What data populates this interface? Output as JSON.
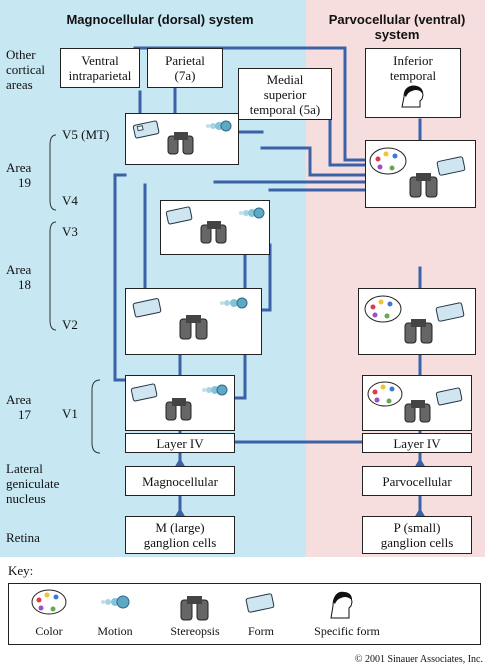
{
  "dorsal_title": "Magnocellular (dorsal) system",
  "ventral_title_1": "Parvocellular (ventral)",
  "ventral_title_2": "system",
  "side_labels": {
    "other_cortical_1": "Other",
    "other_cortical_2": "cortical",
    "other_cortical_3": "areas",
    "v5": "V5 (MT)",
    "area19_1": "Area",
    "area19_2": "19",
    "v4": "V4",
    "v3": "V3",
    "area18_1": "Area",
    "area18_2": "18",
    "v2": "V2",
    "area17_1": "Area",
    "area17_2": "17",
    "v1": "V1",
    "lgn_1": "Lateral",
    "lgn_2": "geniculate",
    "lgn_3": "nucleus",
    "retina": "Retina"
  },
  "boxes": {
    "ventral_intraparietal_1": "Ventral",
    "ventral_intraparietal_2": "intraparietal",
    "parietal_1": "Parietal",
    "parietal_2": "(7a)",
    "mst_1": "Medial",
    "mst_2": "superior",
    "mst_3": "temporal (5a)",
    "inferior_temporal_1": "Inferior",
    "inferior_temporal_2": "temporal",
    "layer_iv_m": "Layer IV",
    "layer_iv_p": "Layer IV",
    "magnocellular": "Magnocellular",
    "parvocellular": "Parvocellular",
    "m_cells_1": "M (large)",
    "m_cells_2": "ganglion cells",
    "p_cells_1": "P (small)",
    "p_cells_2": "ganglion cells"
  },
  "key": {
    "title": "Key:",
    "items": [
      "Color",
      "Motion",
      "Stereopsis",
      "Form",
      "Specific form"
    ]
  },
  "copyright": "© 2001 Sinauer Associates, Inc.",
  "colors": {
    "dorsal_bg": "#c7e7f2",
    "ventral_bg": "#f6dede",
    "pathway": "#3b62a8"
  }
}
